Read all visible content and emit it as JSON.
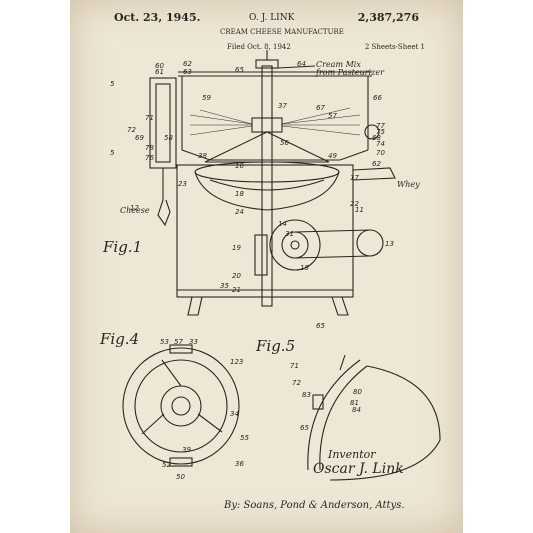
{
  "header": {
    "date": "Oct. 23, 1945.",
    "inventor": "O. J. LINK",
    "patent_number": "2,387,276",
    "title": "CREAM CHEESE MANUFACTURE",
    "filed": "Filed Oct. 8, 1942",
    "sheets": "2 Sheets-Sheet 1"
  },
  "labels": {
    "cream_mix_line1": "Cream Mix",
    "cream_mix_line2": "from Pasteurizer",
    "cheese": "Cheese",
    "whey": "Whey"
  },
  "figures": {
    "fig1": "Fig.1",
    "fig4": "Fig.4",
    "fig5": "Fig.5"
  },
  "signature": {
    "title": "Inventor",
    "name": "Oscar J. Link",
    "attorneys": "By: Soans, Pond & Anderson, Attys."
  },
  "reference_numerals": [
    "65",
    "64",
    "62",
    "63",
    "60",
    "61",
    "67",
    "69",
    "56",
    "72",
    "71",
    "76",
    "78",
    "59",
    "38",
    "58",
    "37",
    "66",
    "77",
    "75",
    "74",
    "70",
    "49",
    "68",
    "57",
    "62",
    "23",
    "17",
    "12",
    "18",
    "24",
    "22",
    "16",
    "11",
    "14",
    "31",
    "19",
    "13",
    "15",
    "20",
    "21",
    "35",
    "53",
    "57",
    "33",
    "123",
    "34",
    "55",
    "36",
    "52",
    "50",
    "39",
    "65",
    "71",
    "72",
    "81",
    "80",
    "84",
    "83",
    "65",
    "5",
    "5"
  ],
  "colors": {
    "paper": "#efe7d6",
    "ink": "#2a2520"
  }
}
